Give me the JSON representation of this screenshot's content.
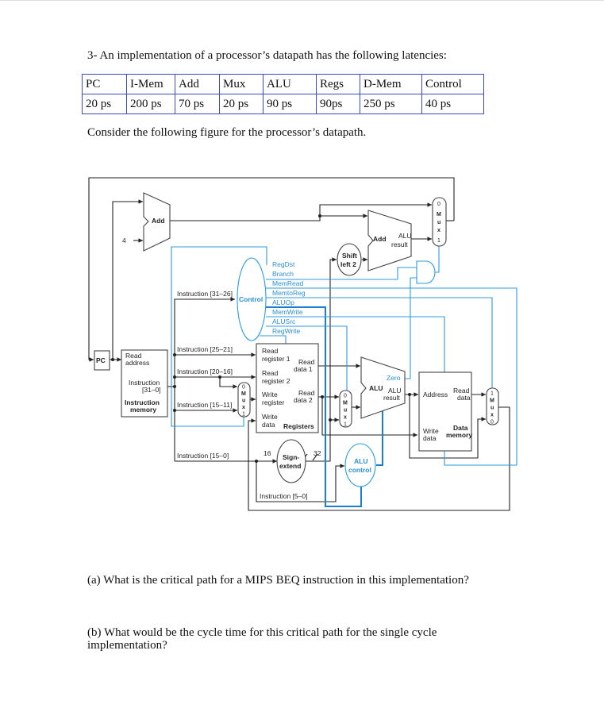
{
  "question": {
    "intro": "3- An implementation of a processor’s datapath has the following latencies:",
    "table": {
      "headers": [
        "PC",
        "I-Mem",
        "Add",
        "Mux",
        "ALU",
        "Regs",
        "D-Mem",
        "Control"
      ],
      "values": [
        "20 ps",
        "200 ps",
        "70 ps",
        "20 ps",
        "90 ps",
        "90ps",
        "250 ps",
        "40 ps"
      ]
    },
    "consider": "Consider the following figure for the processor’s datapath.",
    "part_a": "(a) What is the critical path for a MIPS BEQ instruction in this implementation?",
    "part_b_line1": "(b) What would be the cycle time for this critical path for the single cycle",
    "part_b_line2": "implementation?"
  },
  "diagram": {
    "pc": "PC",
    "add": "Add",
    "four": "4",
    "add2": "Add",
    "alu_result_top": "ALU",
    "alu_result_bottom": "result",
    "shift_line1": "Shift",
    "shift_line2": "left 2",
    "mux_letters": [
      "M",
      "u",
      "x"
    ],
    "mux_zero": "0",
    "mux_one": "1",
    "control": "Control",
    "control_signals": [
      "RegDst",
      "Branch",
      "MemRead",
      "MemtoReg",
      "ALUOp",
      "MemWrite",
      "ALUSrc",
      "RegWrite"
    ],
    "inst_31_26": "Instruction [31–26]",
    "inst_25_21": "Instruction [25–21]",
    "inst_20_16": "Instruction [20–16]",
    "inst_15_11": "Instruction [15–11]",
    "inst_15_0": "Instruction [15–0]",
    "inst_5_0": "Instruction [5–0]",
    "imem_read_address_1": "Read",
    "imem_read_address_2": "address",
    "imem_instruction_1": "Instruction",
    "imem_instruction_2": "[31–0]",
    "imem_title_1": "Instruction",
    "imem_title_2": "memory",
    "reg_read1_a": "Read",
    "reg_read1_b": "register 1",
    "reg_read2_a": "Read",
    "reg_read2_b": "register 2",
    "reg_write_a": "Write",
    "reg_write_b": "register",
    "reg_wdata_a": "Write",
    "reg_wdata_b": "data",
    "reg_rd1_a": "Read",
    "reg_rd1_b": "data 1",
    "reg_rd2_a": "Read",
    "reg_rd2_b": "data 2",
    "registers": "Registers",
    "sign_1": "Sign-",
    "sign_2": "extend",
    "bits16": "16",
    "bits32": "32",
    "alu": "ALU",
    "zero": "Zero",
    "alu_res_a": "ALU",
    "alu_res_b": "result",
    "aluctl_1": "ALU",
    "aluctl_2": "control",
    "dm_address": "Address",
    "dm_read_a": "Read",
    "dm_read_b": "data",
    "dm_write_a": "Write",
    "dm_write_b": "data",
    "dm_title_1": "Data",
    "dm_title_2": "memory"
  }
}
